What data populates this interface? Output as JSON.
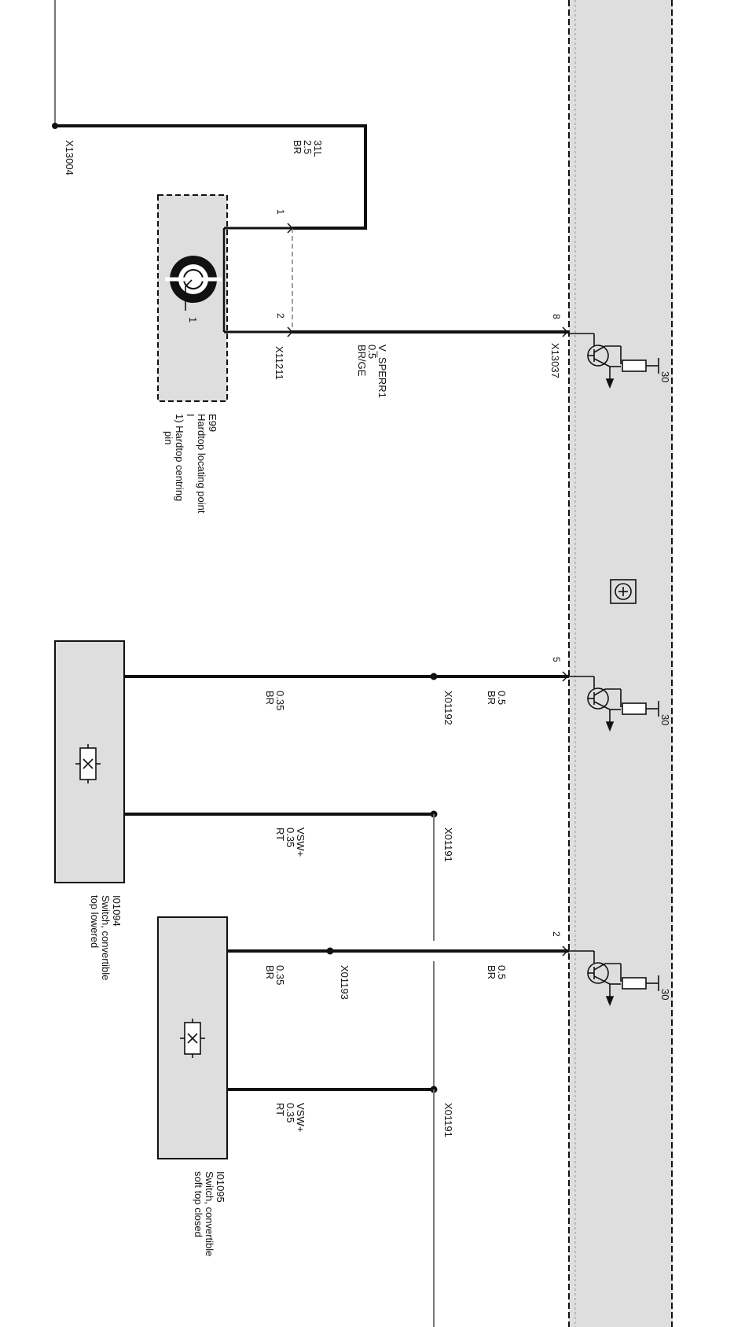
{
  "control_unit": {
    "pins": [
      {
        "pin": "8",
        "connector": "X13037"
      },
      {
        "pin": "5",
        "connector": ""
      },
      {
        "pin": "2",
        "connector": ""
      }
    ],
    "supply_label": "30"
  },
  "ground": {
    "connector": "X13004"
  },
  "wires": {
    "w31l": {
      "signal": "31L",
      "size": "2.5",
      "color": "BR"
    },
    "v_sperr": {
      "signal": "V_SPERR1",
      "size": "0.5",
      "color": "BR/GE"
    },
    "top_lowered_cu": {
      "size": "0.5",
      "color": "BR"
    },
    "top_lowered_sw": {
      "size": "0.35",
      "color": "BR"
    },
    "top_lowered_vsw": {
      "signal": "VSW+",
      "size": "0.35",
      "color": "RT"
    },
    "soft_closed_cu": {
      "size": "0.5",
      "color": "BR"
    },
    "soft_closed_sw": {
      "size": "0.35",
      "color": "BR"
    },
    "soft_closed_vsw": {
      "signal": "VSW+",
      "size": "0.35",
      "color": "RT"
    }
  },
  "splices": {
    "x01192": "X01192",
    "x01191_a": "X01191",
    "x01193": "X01193",
    "x01191_b": "X01191"
  },
  "hardtop_sensor": {
    "id": "E99",
    "name": "Hardtop locating point",
    "sep": "I",
    "note": "1) Hardtop centring",
    "note2": "pin",
    "connector": "X11211",
    "pin1": "1",
    "pin2": "2",
    "callout": "1"
  },
  "switch_top_lowered": {
    "id": "I01094",
    "name_line1": "Switch, convertible",
    "name_line2": "top lowered"
  },
  "switch_soft_top_closed": {
    "id": "I01095",
    "name_line1": "Switch, convertible",
    "name_line2": "soft top closed"
  }
}
